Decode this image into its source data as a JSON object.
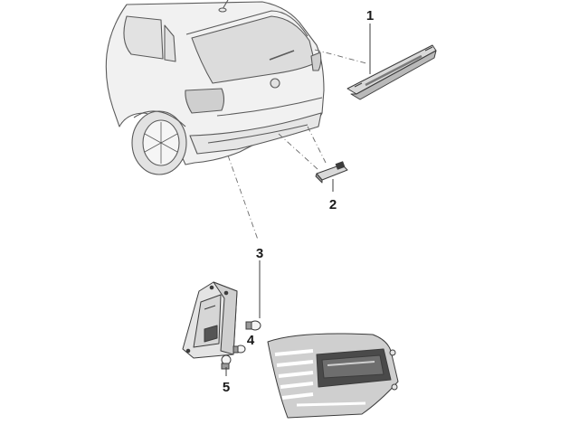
{
  "callouts": [
    {
      "id": "1"
    },
    {
      "id": "2"
    },
    {
      "id": "3"
    },
    {
      "id": "4"
    },
    {
      "id": "5"
    }
  ],
  "colors": {
    "line": "#5a5a5a",
    "car_fill": "#eeeeee",
    "car_shade": "#dcdcdc",
    "part_fill": "#d9d9d9",
    "part_dark": "#3c3c3c"
  },
  "parts": {
    "1": "third-brake-light-icon",
    "2": "licence-plate-light-icon",
    "3": "bulb-icon",
    "4": "bulb-icon",
    "5": "bulb-icon",
    "housing": "tail-light-housing-icon",
    "lens": "tail-light-lens-icon",
    "vehicle": "car-rear-icon"
  }
}
